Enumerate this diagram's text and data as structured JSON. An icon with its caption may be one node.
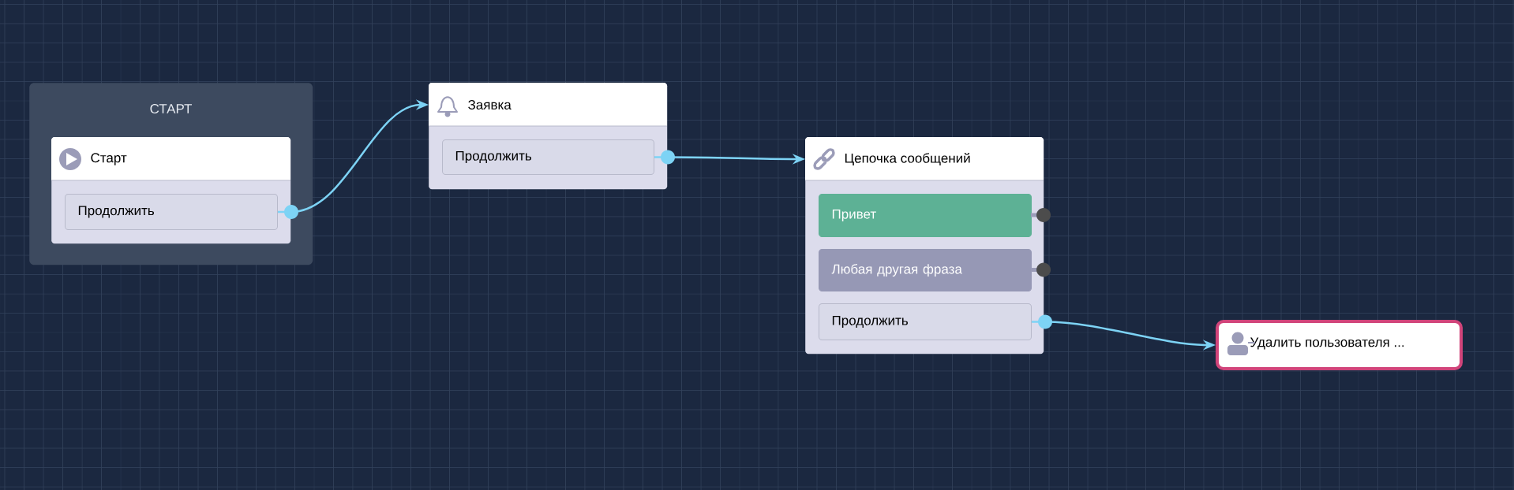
{
  "diagram": {
    "nodes": [
      {
        "text": [
          "СТАРТ"
        ]
      },
      {
        "text": [
          "Старт"
        ],
        "in": 0
      },
      {
        "text": [
          "Продолжить"
        ],
        "in": 1
      },
      {
        "text": [
          "Заявка"
        ]
      },
      {
        "text": [
          "Продолжить"
        ],
        "in": 3
      },
      {
        "text": [
          "Цепочка сообщений"
        ]
      },
      {
        "text": [
          "Привет"
        ],
        "in": 5
      },
      {
        "text": [
          "Любая другая фраза"
        ],
        "in": 5
      },
      {
        "text": [
          "Продолжить"
        ],
        "in": 5
      },
      {
        "text": [
          "Удалить пользователя ..."
        ]
      }
    ],
    "edges": [
      {
        "from": 2,
        "to": 3,
        "arrow": "to"
      },
      {
        "from": 4,
        "to": 5,
        "arrow": "to"
      },
      {
        "from": 8,
        "to": 9,
        "arrow": "to"
      }
    ]
  }
}
